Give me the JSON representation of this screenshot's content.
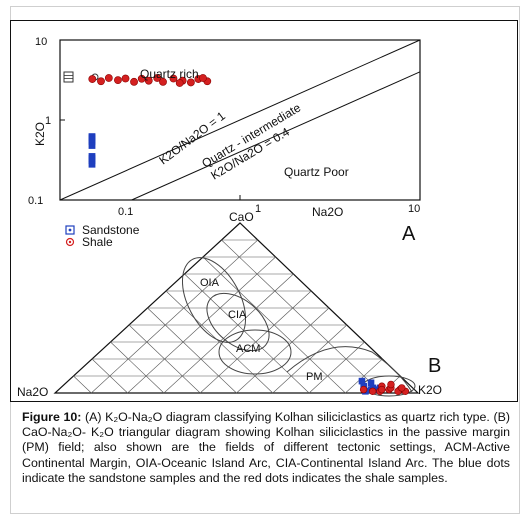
{
  "chart_data": [
    {
      "panel": "A",
      "type": "scatter",
      "xscale": "log",
      "yscale": "log",
      "xlabel": "Na2O",
      "ylabel": "K2O",
      "xlim": [
        0.1,
        10
      ],
      "ylim": [
        0.1,
        10
      ],
      "x_ticks": [
        "0.1",
        "1",
        "10"
      ],
      "y_ticks": [
        "10",
        "1",
        "0.1"
      ],
      "field_labels": [
        "Quartz rich",
        "Quartz Poor"
      ],
      "line_labels": [
        "K2O/Na2O = 1",
        "Quartz - intermediate",
        "K2O/Na2O = 0.4"
      ],
      "boundaries": [
        {
          "label": "K2O/Na2O = 1",
          "slope": 1.0
        },
        {
          "label": "K2O/Na2O = 0.4",
          "slope": 0.4
        }
      ],
      "series": [
        {
          "name": "Sandstone",
          "color": "#1f3fbf",
          "points": [
            [
              0.058,
              0.54
            ],
            [
              0.065,
              0.62
            ],
            [
              0.072,
              0.6
            ],
            [
              0.066,
              0.48
            ],
            [
              0.074,
              0.57
            ],
            [
              0.055,
              0.35
            ],
            [
              0.062,
              0.31
            ],
            [
              0.058,
              0.28
            ],
            [
              0.052,
              0.33
            ]
          ]
        },
        {
          "name": "Shale",
          "color": "#d42020",
          "points": [
            [
              0.085,
              3.25
            ],
            [
              0.095,
              3.05
            ],
            [
              0.105,
              3.35
            ],
            [
              0.118,
              3.15
            ],
            [
              0.13,
              3.3
            ],
            [
              0.145,
              3.0
            ],
            [
              0.16,
              3.28
            ],
            [
              0.175,
              3.1
            ],
            [
              0.195,
              3.35
            ],
            [
              0.21,
              3.0
            ],
            [
              0.24,
              3.3
            ],
            [
              0.27,
              3.1
            ],
            [
              0.3,
              2.95
            ],
            [
              0.33,
              3.25
            ],
            [
              0.37,
              3.05
            ],
            [
              0.26,
              2.9
            ],
            [
              0.35,
              3.35
            ]
          ]
        }
      ],
      "legend": [
        {
          "label": "Sandstone",
          "marker": "square-dot"
        },
        {
          "label": "Shale",
          "marker": "circle-dot"
        }
      ],
      "legend_position": "bottom-left"
    },
    {
      "panel": "B",
      "type": "scatter",
      "subtype": "ternary",
      "vertices": {
        "top": "CaO",
        "left": "Na2O",
        "right": "K2O"
      },
      "fields": [
        "OIA",
        "CIA",
        "ACM",
        "PM"
      ],
      "series": [
        {
          "name": "Sandstone",
          "color": "#1f3fbf",
          "points": [
            [
              0.02,
              0.1,
              0.88
            ],
            [
              0.03,
              0.11,
              0.86
            ],
            [
              0.02,
              0.12,
              0.86
            ],
            [
              0.04,
              0.13,
              0.83
            ],
            [
              0.06,
              0.1,
              0.84
            ],
            [
              0.07,
              0.12,
              0.81
            ],
            [
              0.01,
              0.14,
              0.85
            ],
            [
              0.03,
              0.09,
              0.88
            ]
          ]
        },
        {
          "name": "Shale",
          "color": "#d42020",
          "points": [
            [
              0.01,
              0.1,
              0.89
            ],
            [
              0.02,
              0.07,
              0.91
            ],
            [
              0.01,
              0.12,
              0.87
            ],
            [
              0.03,
              0.06,
              0.91
            ],
            [
              0.02,
              0.04,
              0.94
            ],
            [
              0.01,
              0.05,
              0.94
            ],
            [
              0.04,
              0.08,
              0.88
            ],
            [
              0.02,
              0.14,
              0.84
            ],
            [
              0.01,
              0.03,
              0.96
            ],
            [
              0.03,
              0.03,
              0.94
            ],
            [
              0.05,
              0.05,
              0.9
            ],
            [
              0.02,
              0.09,
              0.89
            ]
          ]
        }
      ]
    }
  ],
  "panel_letters": {
    "a": "A",
    "b": "B"
  },
  "axis_text": {
    "cao": "CaO",
    "na2o_x": "Na2O",
    "na2o_b": "Na2O",
    "k2o_b": "K2O",
    "k2o_y": "K2O"
  },
  "caption": {
    "label": "Figure 10:",
    "text": "(A) K₂O-Na₂O diagram classifying Kolhan siliciclastics as quartz rich type. (B) CaO-Na₂O- K₂O triangular diagram showing Kolhan siliciclastics in the passive margin (PM) field; also shown are the fields of different tectonic settings, ACM-Active Continental Margin, OIA-Oceanic Island Arc, CIA-Continental Island Arc. The blue dots indicate the sandstone samples and the red dots indicates the shale samples."
  }
}
